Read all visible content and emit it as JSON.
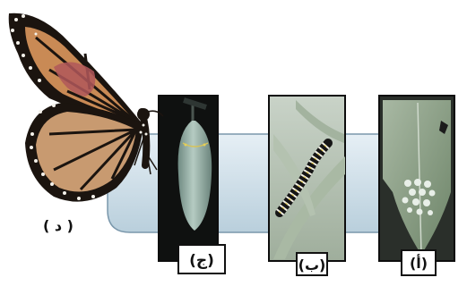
{
  "stages": [
    {
      "key": "a",
      "label": "(أ)",
      "subject": "eggs-on-leaf"
    },
    {
      "key": "b",
      "label": "(ب)",
      "subject": "caterpillar"
    },
    {
      "key": "c",
      "label": "(ج)",
      "subject": "chrysalis"
    },
    {
      "key": "d",
      "label": "( د )",
      "subject": "butterfly"
    }
  ],
  "colors": {
    "connector": "#c9dbe6",
    "connector_stroke": "#7a97ab",
    "frame": "#111111",
    "wing_orange": "#c98a55",
    "wing_vein": "#1a1410",
    "chrysalis": "#9bb3a8",
    "leaf_green": "#8fa58a"
  }
}
